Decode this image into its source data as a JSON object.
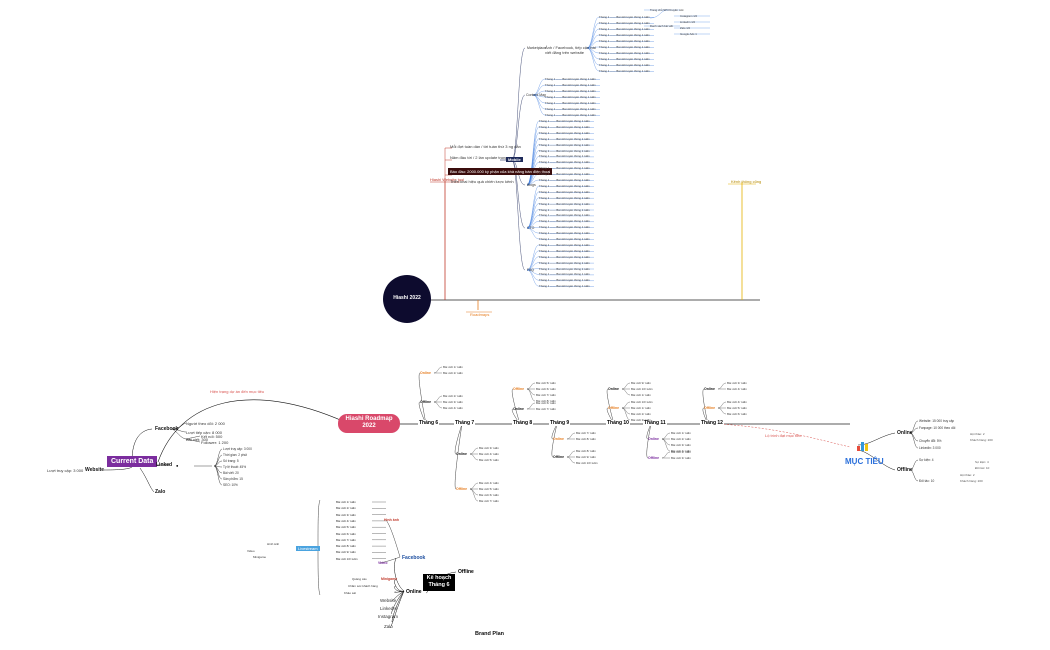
{
  "top_map": {
    "center": "Hiashi 2022",
    "left_stem": "Hiashi Website tool",
    "right_stem": "Kênh thông cũng",
    "bottom_stem": "Roadmaps",
    "notes": [
      "Mỗi đợt tuần dần / tới tuần thứ 3 ng dẫn",
      "Năm đầu tới / 2 lần update trong",
      "Báo đầu: 2000.000 ký phận của khả năng bán điện thoại",
      "Triển khai hiệu quả chiến lược kênh"
    ],
    "hub": "Mobile",
    "groups": [
      "Marketplace",
      "Content Map",
      "Blogs",
      "CTO",
      "FAQ"
    ],
    "group_caption": "Ảnh / Facebook, tiếp cận bài viết đăng trên website",
    "month_label": "Tháng 1",
    "line_text": "Bài viết tuyên thông 1 tuần",
    "sub_nodes": [
      "Trang chủ SP/ Khuyến mãi",
      "Danh sách bài viết",
      "Instagram 1/2",
      "Linkedin 1/2",
      "Zalo 1/2",
      "Google Ads 1"
    ]
  },
  "bottom_map": {
    "center_title": "Hiashi Roadmap",
    "center_year": "2022",
    "connector": "Hiện trạng dự án đến mục tiêu",
    "arrow_note": "Lộ trình đạt mục tiêu",
    "months": [
      "Tháng 6",
      "Tháng 7",
      "Tháng 8",
      "Tháng 9",
      "Tháng 10",
      "Tháng 11",
      "Tháng 12"
    ],
    "online": "Online",
    "offline": "Offline",
    "current": {
      "title": "Current Data",
      "branches": [
        "Facebook",
        "Linked",
        "Website",
        "Zalo"
      ],
      "fb_items": [
        "Người theo dõi: 2 000",
        "Lượt tiếp cận: 8 000",
        "Bài viết: 300"
      ],
      "linked_items": [
        "Kết nối: 500",
        "Follower: 1 200"
      ],
      "website_items": [
        "Lượt truy cập: 3 000",
        "Thời gian: 2 phút",
        "Số trang: 5",
        "Tỷ lệ thoát: 45%",
        "Bài viết: 20",
        "Sản phẩm: 15",
        "SEO: 10%"
      ],
      "website_note": "Lượt truy cập: 3 000"
    },
    "goal": {
      "title": "MỤC TIÊU",
      "online": [
        "Website: 15 000 truy cập",
        "Fanpage: 10 000 theo dõi",
        "Chuyển đổi: 5%",
        "Linkedin: 3 000"
      ],
      "offline": [
        "Sự kiện: 4",
        "Đối tác: 10",
        "Hội thảo: 2",
        "Khách hàng: 200"
      ]
    },
    "plan": {
      "title": "Kế hoạch",
      "subtitle": "Tháng 6",
      "online": "Online",
      "offline": "Offline",
      "channels": [
        "Facebook",
        "Website",
        "LinkedIn",
        "Instagram",
        "Zalo"
      ],
      "fb_sub": [
        "Hình ảnh",
        "Video",
        "Livestream",
        "Minigame"
      ],
      "fb_items": [
        "Bài viết 1/ tuần",
        "Bài viết 2/ tuần",
        "Bài viết 3/ tuần",
        "Bài viết 4/ tuần",
        "Bài viết 5/ tuần",
        "Bài viết 6/ tuần",
        "Bài viết 7/ tuần",
        "Bài viết 8/ tuần",
        "Bài viết 9/ tuần",
        "Bài viết 10/ tuần"
      ],
      "other_items": [
        "Quảng cáo",
        "Chăm sóc khách hàng",
        "Khảo sát"
      ]
    },
    "footer": "Brand Plan"
  }
}
